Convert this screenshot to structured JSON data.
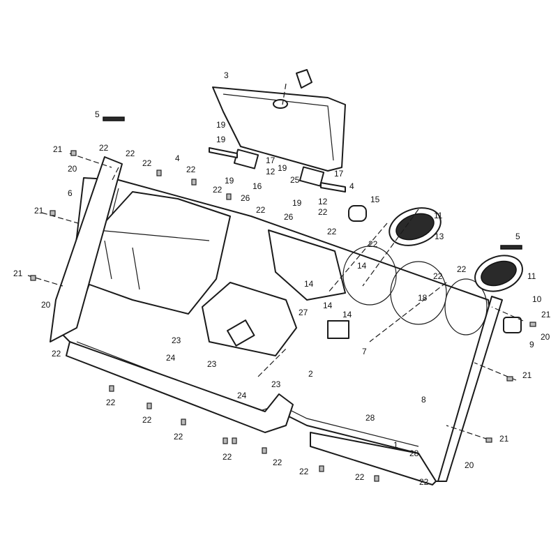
{
  "title": "Dash panel assembly exploded parts diagram",
  "callouts": [
    "3",
    "5",
    "21",
    "22",
    "22",
    "20",
    "22",
    "19",
    "19",
    "4",
    "17",
    "12",
    "19",
    "22",
    "22",
    "16",
    "25",
    "19",
    "19",
    "17",
    "12",
    "4",
    "26",
    "22",
    "26",
    "15",
    "22",
    "11",
    "21",
    "6",
    "22",
    "13",
    "5",
    "22",
    "14",
    "22",
    "22",
    "11",
    "21",
    "14",
    "18",
    "10",
    "21",
    "20",
    "14",
    "14",
    "27",
    "20",
    "9",
    "23",
    "7",
    "22",
    "24",
    "23",
    "2",
    "21",
    "22",
    "23",
    "24",
    "8",
    "28",
    "22",
    "22",
    "1",
    "28",
    "21",
    "22",
    "22",
    "20",
    "22",
    "22",
    "22"
  ]
}
